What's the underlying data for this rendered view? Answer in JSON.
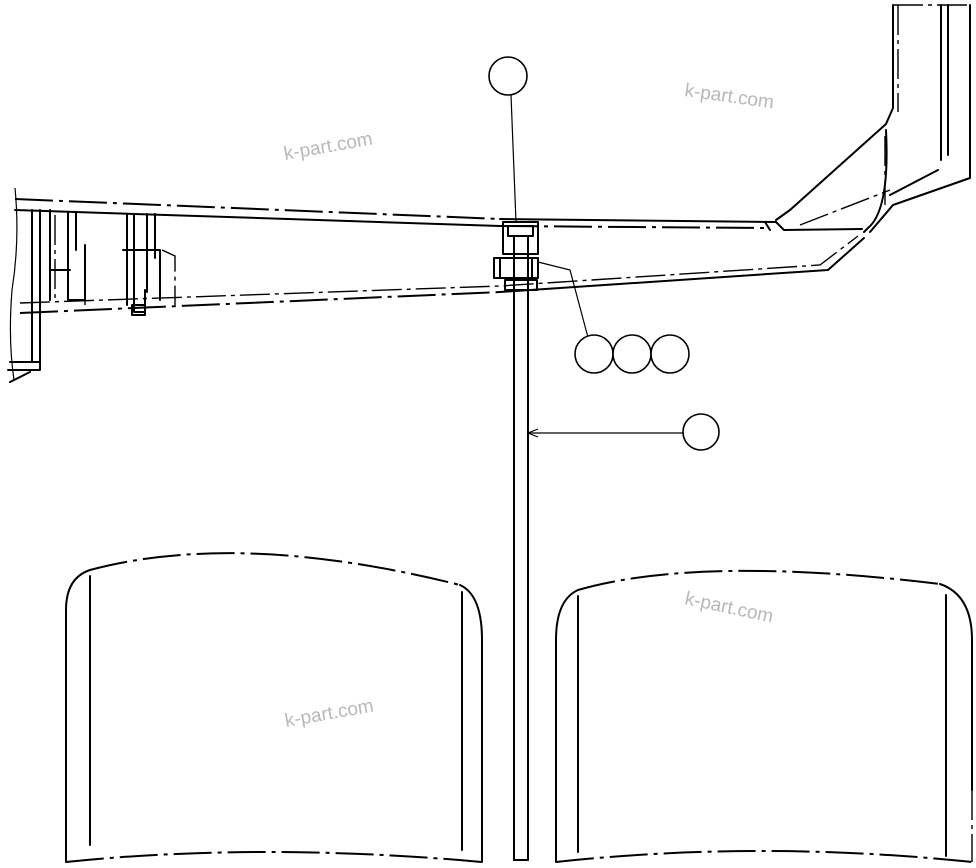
{
  "watermarks": [
    "k-part.com",
    "k-part.com",
    "k-part.com",
    "k-part.com"
  ],
  "callouts": [
    "",
    "",
    "",
    "",
    ""
  ]
}
